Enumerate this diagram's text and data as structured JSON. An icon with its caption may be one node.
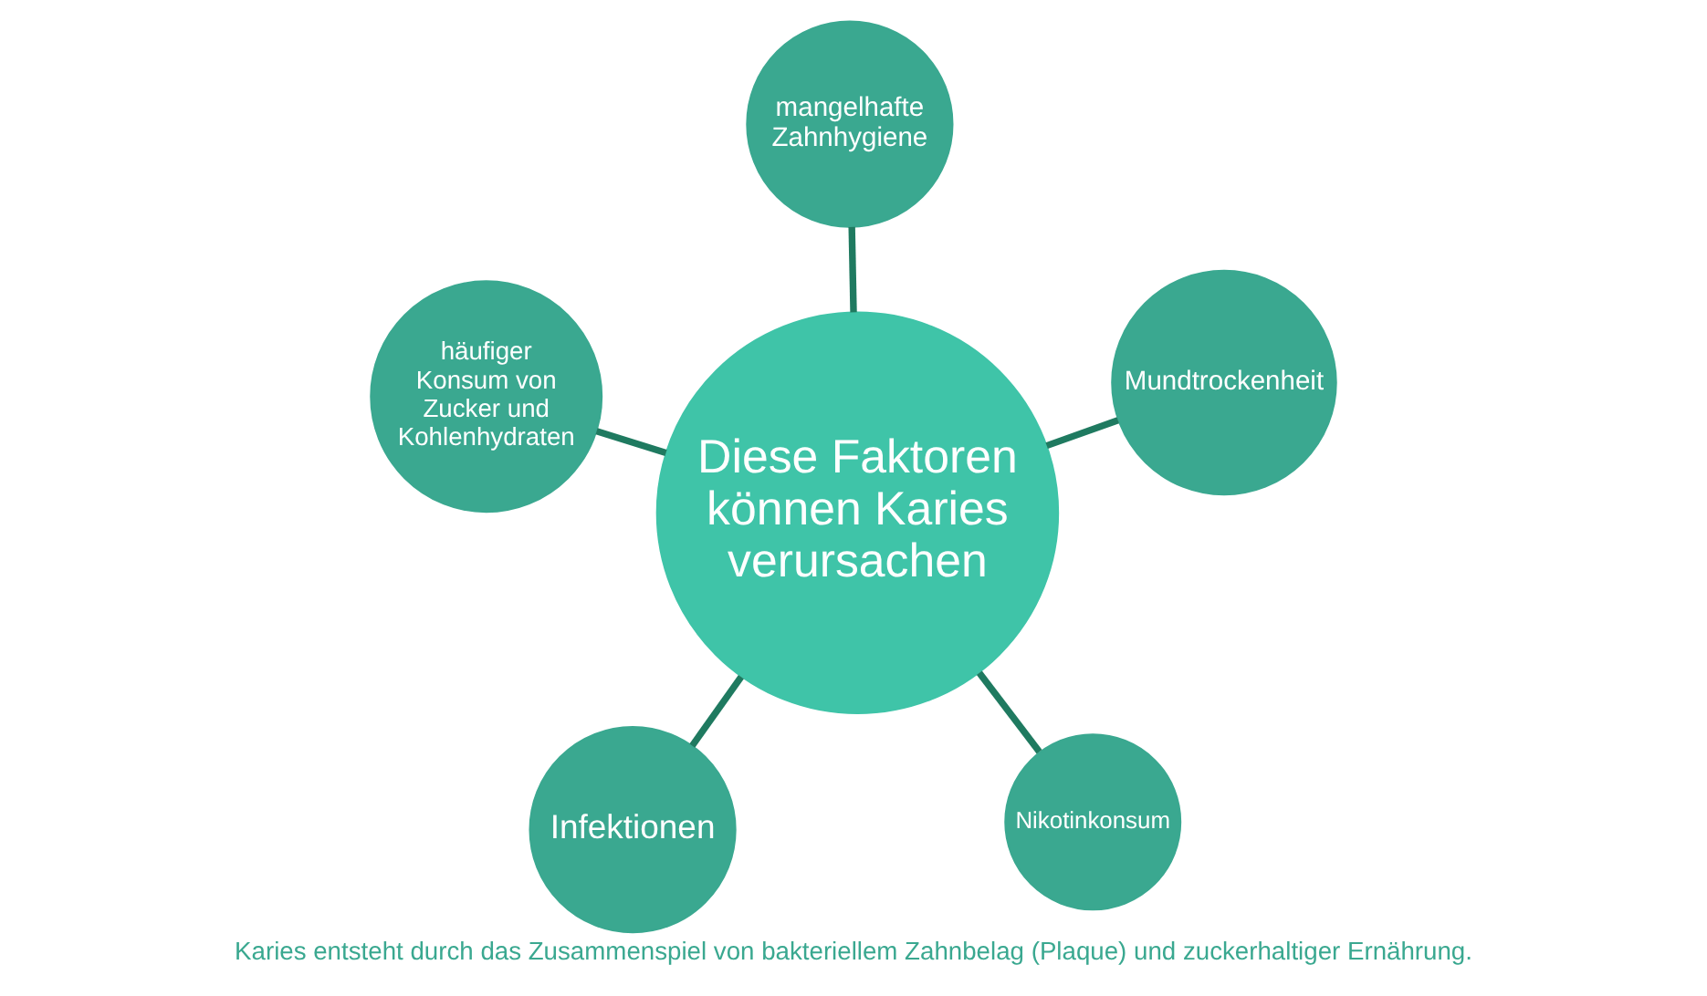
{
  "diagram": {
    "caption": "Karies entsteht durch das Zusammenspiel von bakteriellem Zahnbelag (Plaque) und zuckerhaltiger Ernährung.",
    "nodes": [
      {
        "text": [
          "Infektionen"
        ]
      },
      {
        "text": [
          "Nikotinkonsum"
        ]
      },
      {
        "text": [
          "Diese Faktoren können Karies verursachen"
        ]
      },
      {
        "text": [
          "mangelhafte Zahnhygiene"
        ]
      },
      {
        "text": [
          "Mundtrockenheit"
        ]
      },
      {
        "text": [
          "häufiger Konsum von Zucker und Kohlenhydraten"
        ]
      }
    ],
    "edges": [
      {
        "from": 2,
        "to": 0,
        "arrow": "none"
      },
      {
        "from": 2,
        "to": 1,
        "arrow": "none"
      },
      {
        "from": 2,
        "to": 3,
        "arrow": "none"
      },
      {
        "from": 2,
        "to": 4,
        "arrow": "none"
      },
      {
        "from": 2,
        "to": 5,
        "arrow": "none"
      }
    ]
  }
}
